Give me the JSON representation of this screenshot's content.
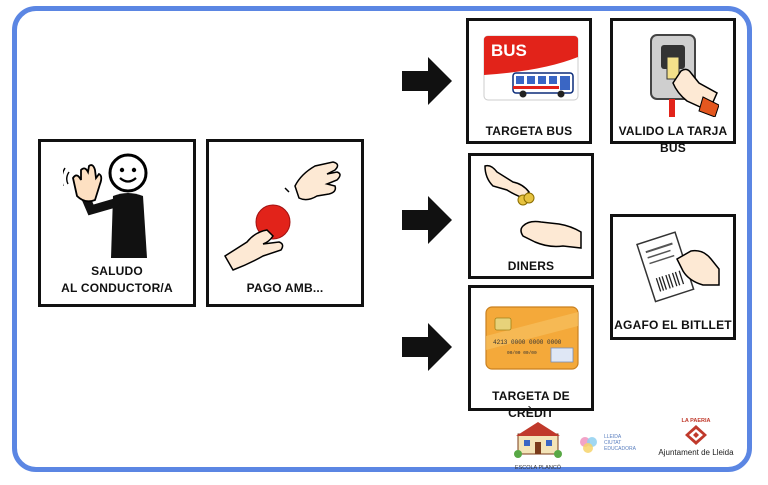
{
  "cards": {
    "saludo": {
      "line1": "SALUDO",
      "line2": "AL CONDUCTOR/A"
    },
    "pago": {
      "label": "PAGO AMB..."
    },
    "targeta_bus": {
      "label": "TARGETA BUS",
      "sign_text": "BUS"
    },
    "valido": {
      "label": "VALIDO LA TARJA BUS"
    },
    "diners": {
      "label": "DINERS"
    },
    "credit": {
      "label": "TARGETA DE CRÈDIT",
      "card_number": "4213 0000 0000 0000",
      "card_dates": "00/00  00/00"
    },
    "bitllet": {
      "label": "AGAFO EL BITLLET"
    }
  },
  "logos": {
    "escola": "ESCOLA PLANCÓ",
    "lleida_ciutat": [
      "LLEIDA",
      "CIUTAT",
      "EDUCADORA"
    ],
    "paeria_top": "LA PAERIA",
    "paeria_bottom": "Ajuntament de Lleida"
  },
  "colors": {
    "frame": "#5b86e3",
    "bus_red": "#e2231a",
    "card_orange": "#f4a93a"
  }
}
